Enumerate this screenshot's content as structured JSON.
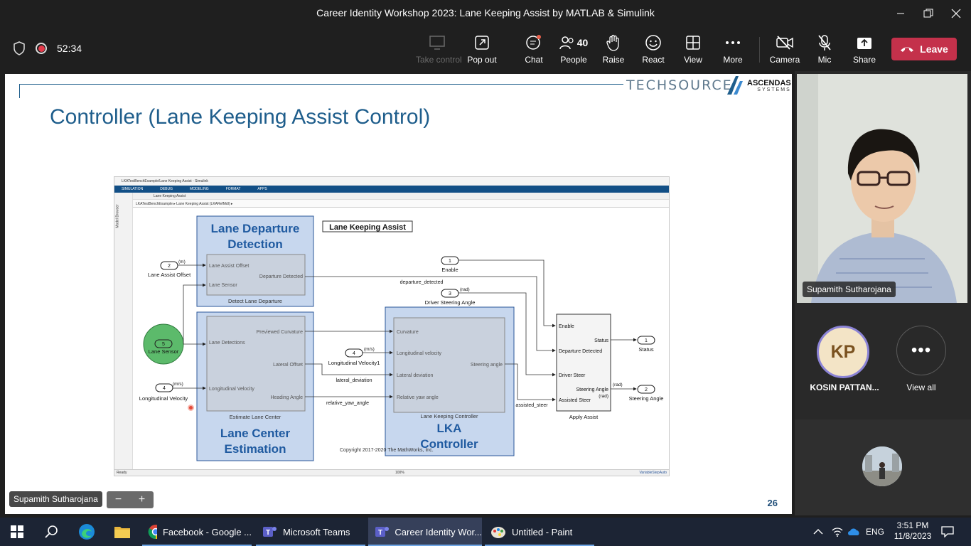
{
  "window": {
    "title": "Career Identity Workshop 2023: Lane Keeping Assist by MATLAB & Simulink"
  },
  "toolbar": {
    "timer": "52:34",
    "take_control": "Take control",
    "pop_out": "Pop out",
    "chat": "Chat",
    "people": "People",
    "people_count": "40",
    "raise": "Raise",
    "react": "React",
    "view": "View",
    "more": "More",
    "camera": "Camera",
    "mic": "Mic",
    "share": "Share",
    "leave": "Leave"
  },
  "slide": {
    "brand_tech": "TECHSOURCE",
    "brand_asc": "ASCENDAS",
    "brand_asc_sub": "SYSTEMS",
    "title": "Controller (Lane Keeping Assist Control)",
    "number": "26"
  },
  "simulink": {
    "window_title": "LKATestBenchExample/Lane Keeping Assist - Simulink",
    "tabs": [
      "SIMULATION",
      "DEBUG",
      "MODELING",
      "FORMAT",
      "APPS"
    ],
    "model_tab": "Lane Keeping Assist",
    "breadcrumb": "LKATestBenchExample ▸ Lane Keeping Assist (LKARefMdl) ▸",
    "side_label": "Model Browser",
    "status_left": "Ready",
    "status_zoom": "100%",
    "status_right": "VariableStepAuto",
    "header_label": "Lane Keeping Assist",
    "ldd_title_1": "Lane Departure",
    "ldd_title_2": "Detection",
    "ldd_in1": "Lane Assist Offset",
    "ldd_in2": "Lane Sensor",
    "ldd_out": "Departure Detected",
    "ldd_caption": "Detect Lane Departure",
    "lce_in1": "Lane Detections",
    "lce_in2": "Longitudinal Velocity",
    "lce_out1": "Previewed Curvature",
    "lce_out2": "Lateral Offset",
    "lce_out3": "Heading Angle",
    "lce_caption": "Estimate Lane Center",
    "lce_title_1": "Lane Center",
    "lce_title_2": "Estimation",
    "lkc_in1": "Curvature",
    "lkc_in2": "Longitudinal velocity",
    "lkc_in3": "Lateral deviation",
    "lkc_in4": "Relative yaw angle",
    "lkc_out": "Steering angle",
    "lkc_caption": "Lane Keeping Controller",
    "lkc_title_1": "LKA",
    "lkc_title_2": "Controller",
    "aa_in1": "Enable",
    "aa_in2": "Departure Detected",
    "aa_in3": "Driver Steer",
    "aa_in4": "Assisted Steer",
    "aa_out1": "Status",
    "aa_out2": "Steering Angle",
    "aa_out2_unit": "(rad)",
    "aa_caption": "Apply Assist",
    "port_2_num": "2",
    "port_2_unit": "(m)",
    "port_2_label": "Lane Assist Offset",
    "port_5_num": "5",
    "port_5_label": "Lane Sensor",
    "port_4a_num": "4",
    "port_4a_unit": "(m/s)",
    "port_4a_label": "Longitudinal Velocity",
    "port_4b_num": "4",
    "port_4b_unit": "(m/s)",
    "port_4b_label": "Longitudinal Velocity1",
    "port_1_num": "1",
    "port_1_label": "Enable",
    "port_3_num": "3",
    "port_3_unit": "(rad)",
    "port_3_label": "Driver Steering Angle",
    "out_1_num": "1",
    "out_1_label": "Status",
    "out_2_num": "2",
    "out_2_unit": "(rad)",
    "out_2_label": "Steering Angle",
    "sig_departure": "departure_detected",
    "sig_lateral": "lateral_deviation",
    "sig_yaw": "relative_yaw_angle",
    "sig_assisted": "assisted_steer",
    "copyright": "Copyright 2017-2020 The MathWorks, Inc."
  },
  "presenter": {
    "name": "Supamith Sutharojana"
  },
  "participants": {
    "kp_initials": "KP",
    "kp_name": "KOSIN PATTAN...",
    "view_all": "View all"
  },
  "taskbar": {
    "apps": [
      "Facebook - Google ...",
      "Microsoft Teams",
      "Career Identity Wor...",
      "Untitled - Paint"
    ],
    "lang": "ENG",
    "time": "3:51 PM",
    "date": "11/8/2023"
  }
}
